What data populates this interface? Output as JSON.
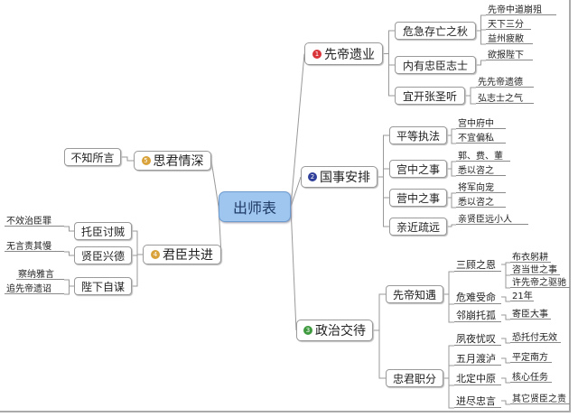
{
  "center": "出师表",
  "colors": {
    "center": "#9fc6ee",
    "b1": "#d9343a",
    "b2": "#2f3f9a",
    "b3": "#3f9a3f",
    "b4": "#d9a23a",
    "b5": "#d9a23a",
    "line": "#999999"
  },
  "b1": {
    "num": "1",
    "label": "先帝遗业",
    "c": [
      {
        "label": "危急存亡之秋",
        "leaves": [
          "先帝中道崩殂",
          "天下三分",
          "益州疲敝"
        ]
      },
      {
        "label": "内有忠臣志士",
        "leaves": [
          "欲报陛下"
        ]
      },
      {
        "label": "宜开张圣听",
        "leaves": [
          "先先帝遗德",
          "弘志士之气"
        ]
      }
    ]
  },
  "b2": {
    "num": "2",
    "label": "国事安排",
    "c": [
      {
        "label": "平等执法",
        "leaves": [
          "宫中府中",
          "不宜偏私"
        ]
      },
      {
        "label": "宫中之事",
        "leaves": [
          "郭、费、董",
          "悉以咨之"
        ]
      },
      {
        "label": "营中之事",
        "leaves": [
          "将军向宠",
          "悉以咨之"
        ]
      },
      {
        "label": "亲近疏远",
        "leaves": [
          "亲贤臣远小人"
        ]
      }
    ]
  },
  "b3": {
    "num": "3",
    "label": "政治交待",
    "c": [
      {
        "label": "先帝知遇",
        "subs": [
          {
            "label": "三顾之恩",
            "leaves": [
              "布衣躬耕",
              "咨当世之事",
              "许先帝之驱驰"
            ]
          },
          {
            "label": "危难受命",
            "leaves": [
              "21年"
            ]
          },
          {
            "label": "邻崩托孤",
            "leaves": [
              "寄臣大事"
            ]
          }
        ]
      },
      {
        "label": "忠君职分",
        "subs": [
          {
            "label": "夙夜忧叹",
            "leaves": [
              "恐托付无效"
            ]
          },
          {
            "label": "五月渡泸",
            "leaves": [
              "平定南方"
            ]
          },
          {
            "label": "北定中原",
            "leaves": [
              "核心任务"
            ]
          },
          {
            "label": "进尽忠言",
            "leaves": [
              "其它贤臣之责"
            ]
          }
        ]
      }
    ]
  },
  "b4": {
    "num": "4",
    "label": "君臣共进",
    "c": [
      {
        "label": "托臣讨贼",
        "leaves": [
          "不效治臣罪"
        ]
      },
      {
        "label": "贤臣兴德",
        "leaves": [
          "无言责其慢"
        ]
      },
      {
        "label": "陛下自谋",
        "leaves": [
          "察纳雅言",
          "追先帝遗诏"
        ]
      }
    ]
  },
  "b5": {
    "num": "5",
    "label": "思君情深",
    "c": [
      {
        "label": "不知所言"
      }
    ]
  }
}
